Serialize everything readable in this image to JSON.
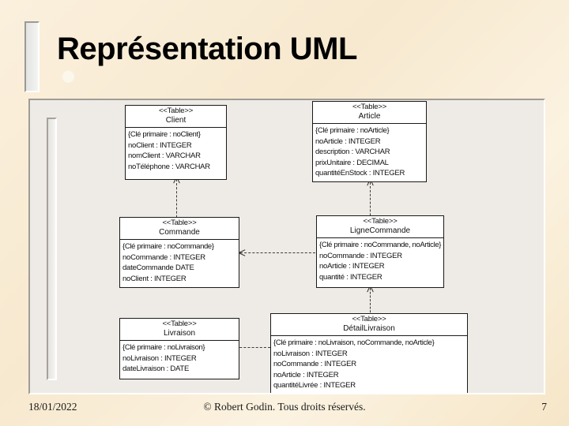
{
  "slide": {
    "title": "Représentation UML",
    "page_number": "7",
    "footer_date": "18/01/2022",
    "footer_copyright": "© Robert Godin. Tous droits réservés.",
    "background_color": "#f9edd8",
    "panel_color": "#eeebe6"
  },
  "diagram": {
    "type": "uml-class-diagram",
    "classes": [
      {
        "id": "client",
        "stereotype": "<<Table>>",
        "name": "Client",
        "attributes": [
          "{Clé primaire : noClient}",
          "noClient : INTEGER",
          "nomClient : VARCHAR",
          "noTéléphone : VARCHAR"
        ]
      },
      {
        "id": "article",
        "stereotype": "<<Table>>",
        "name": "Article",
        "attributes": [
          "{Clé primaire : noArticle}",
          "noArticle : INTEGER",
          "description : VARCHAR",
          "prixUnitaire : DECIMAL",
          "quantitéEnStock :  INTEGER"
        ]
      },
      {
        "id": "commande",
        "stereotype": "<<Table>>",
        "name": "Commande",
        "attributes": [
          "{Clé primaire : noCommande}",
          "noCommande : INTEGER",
          "dateCommande  DATE",
          "noClient : INTEGER"
        ]
      },
      {
        "id": "lignecommande",
        "stereotype": "<<Table>>",
        "name": "LigneCommande",
        "attributes": [
          "{Clé primaire : noCommande, noArticle}",
          "noCommande : INTEGER",
          "noArticle : INTEGER",
          "quantité : INTEGER"
        ]
      },
      {
        "id": "livraison",
        "stereotype": "<<Table>>",
        "name": "Livraison",
        "attributes": [
          "{Clé primaire : noLivraison}",
          "noLivraison : INTEGER",
          "dateLivraison : DATE"
        ]
      },
      {
        "id": "detaillivraison",
        "stereotype": "<<Table>>",
        "name": "DétailLivraison",
        "attributes": [
          "{Clé primaire : noLivraison, noCommande, noArticle}",
          "noLivraison : INTEGER",
          "noCommande : INTEGER",
          "noArticle : INTEGER",
          "quantitéLivrée : INTEGER"
        ]
      }
    ],
    "connectors": [
      {
        "id": "commande-to-client",
        "from": "commande",
        "to": "client",
        "style": "dashed",
        "arrow": "up"
      },
      {
        "id": "lignecommande-to-article",
        "from": "lignecommande",
        "to": "article",
        "style": "dashed",
        "arrow": "up"
      },
      {
        "id": "lignecommande-to-commande",
        "from": "lignecommande",
        "to": "commande",
        "style": "dashed",
        "arrow": "left"
      },
      {
        "id": "detaillivraison-to-lignecommande",
        "from": "detaillivraison",
        "to": "lignecommande",
        "style": "dashed",
        "arrow": "up"
      },
      {
        "id": "detaillivraison-to-livraison",
        "from": "detaillivraison",
        "to": "livraison",
        "style": "dashed",
        "arrow": "left"
      }
    ]
  }
}
